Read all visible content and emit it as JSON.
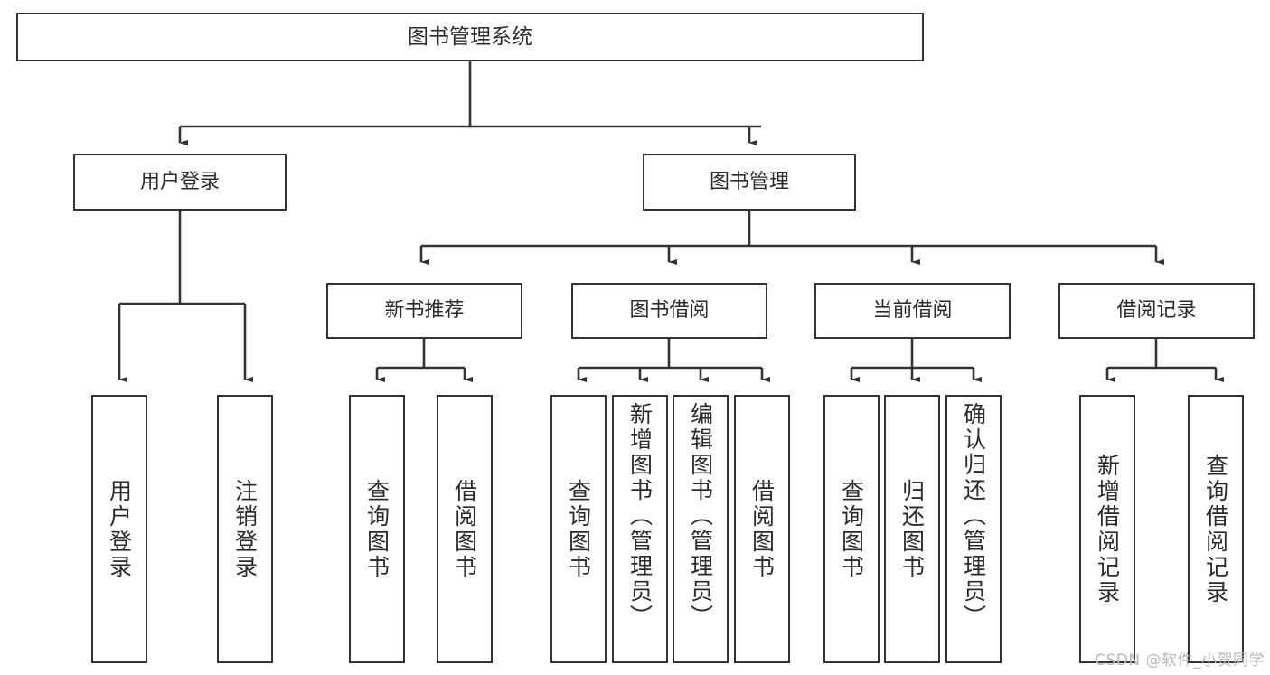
{
  "diagram": {
    "title": "图书管理系统",
    "type": "tree-hierarchy-chart",
    "watermark": "CSDN @软件_小贺同学",
    "colors": {
      "box_stroke": "#333333",
      "box_fill": "#ffffff",
      "connector": "#333333",
      "text": "#2b2b2b",
      "watermark": "#b9b9b9",
      "background": "#ffffff"
    },
    "root": {
      "id": "root",
      "label": "图书管理系统"
    },
    "level1": [
      {
        "id": "user-login",
        "label": "用户登录"
      },
      {
        "id": "book-manage",
        "label": "图书管理"
      }
    ],
    "level2": [
      {
        "id": "new-book-recommend",
        "label": "新书推荐",
        "parent": "book-manage"
      },
      {
        "id": "book-borrow",
        "label": "图书借阅",
        "parent": "book-manage"
      },
      {
        "id": "current-borrow",
        "label": "当前借阅",
        "parent": "book-manage"
      },
      {
        "id": "borrow-record",
        "label": "借阅记录",
        "parent": "book-manage"
      }
    ],
    "leaves": {
      "user-login": [
        {
          "id": "leaf-user-login",
          "label": "用户登录"
        },
        {
          "id": "leaf-user-logout",
          "label": "注销登录"
        }
      ],
      "new-book-recommend": [
        {
          "id": "leaf-query-book-1",
          "label": "查询图书"
        },
        {
          "id": "leaf-borrow-book-1",
          "label": "借阅图书"
        }
      ],
      "book-borrow": [
        {
          "id": "leaf-query-book-2",
          "label": "查询图书"
        },
        {
          "id": "leaf-add-book-admin",
          "label": "新增图书（管理员）"
        },
        {
          "id": "leaf-edit-book-admin",
          "label": "编辑图书（管理员）"
        },
        {
          "id": "leaf-borrow-book-2",
          "label": "借阅图书"
        }
      ],
      "current-borrow": [
        {
          "id": "leaf-query-book-3",
          "label": "查询图书"
        },
        {
          "id": "leaf-return-book",
          "label": "归还图书"
        },
        {
          "id": "leaf-confirm-return-admin",
          "label": "确认归还（管理员）"
        }
      ],
      "borrow-record": [
        {
          "id": "leaf-add-borrow-record",
          "label": "新增借阅记录"
        },
        {
          "id": "leaf-query-borrow-record",
          "label": "查询借阅记录"
        }
      ]
    }
  }
}
